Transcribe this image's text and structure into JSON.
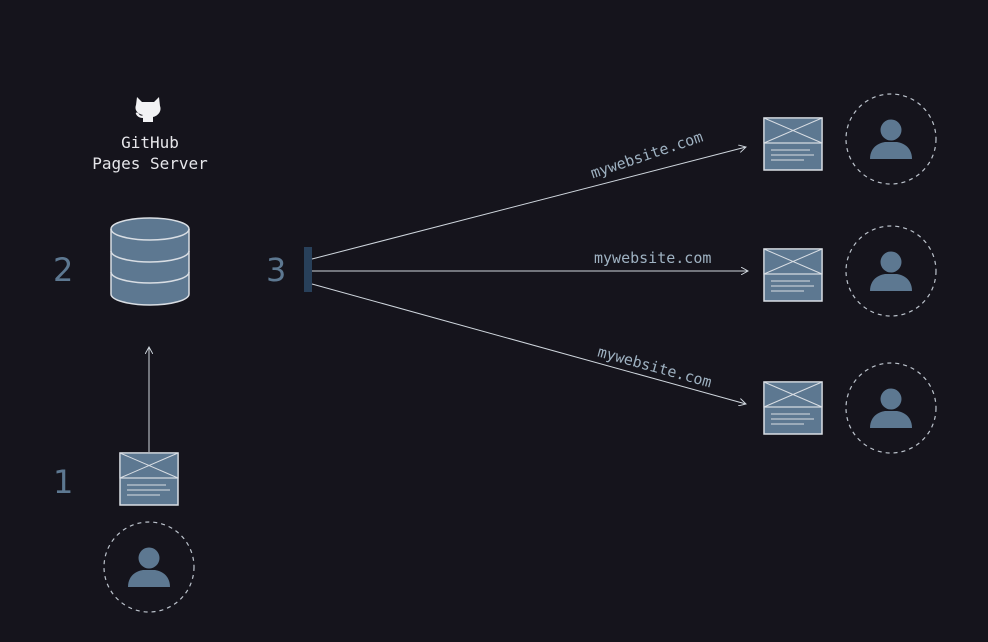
{
  "server": {
    "name_line1": "GitHub",
    "name_line2": "Pages Server",
    "icon": "github-octocat-icon"
  },
  "steps": {
    "one": "1",
    "two": "2",
    "three": "3"
  },
  "urls": [
    "mywebsite.com",
    "mywebsite.com",
    "mywebsite.com"
  ],
  "colors": {
    "background": "#15141c",
    "accent": "#5d7891",
    "line": "#cfd6dd",
    "dashed_circle": "#bcc3cc",
    "connector_bar": "#28405a"
  }
}
